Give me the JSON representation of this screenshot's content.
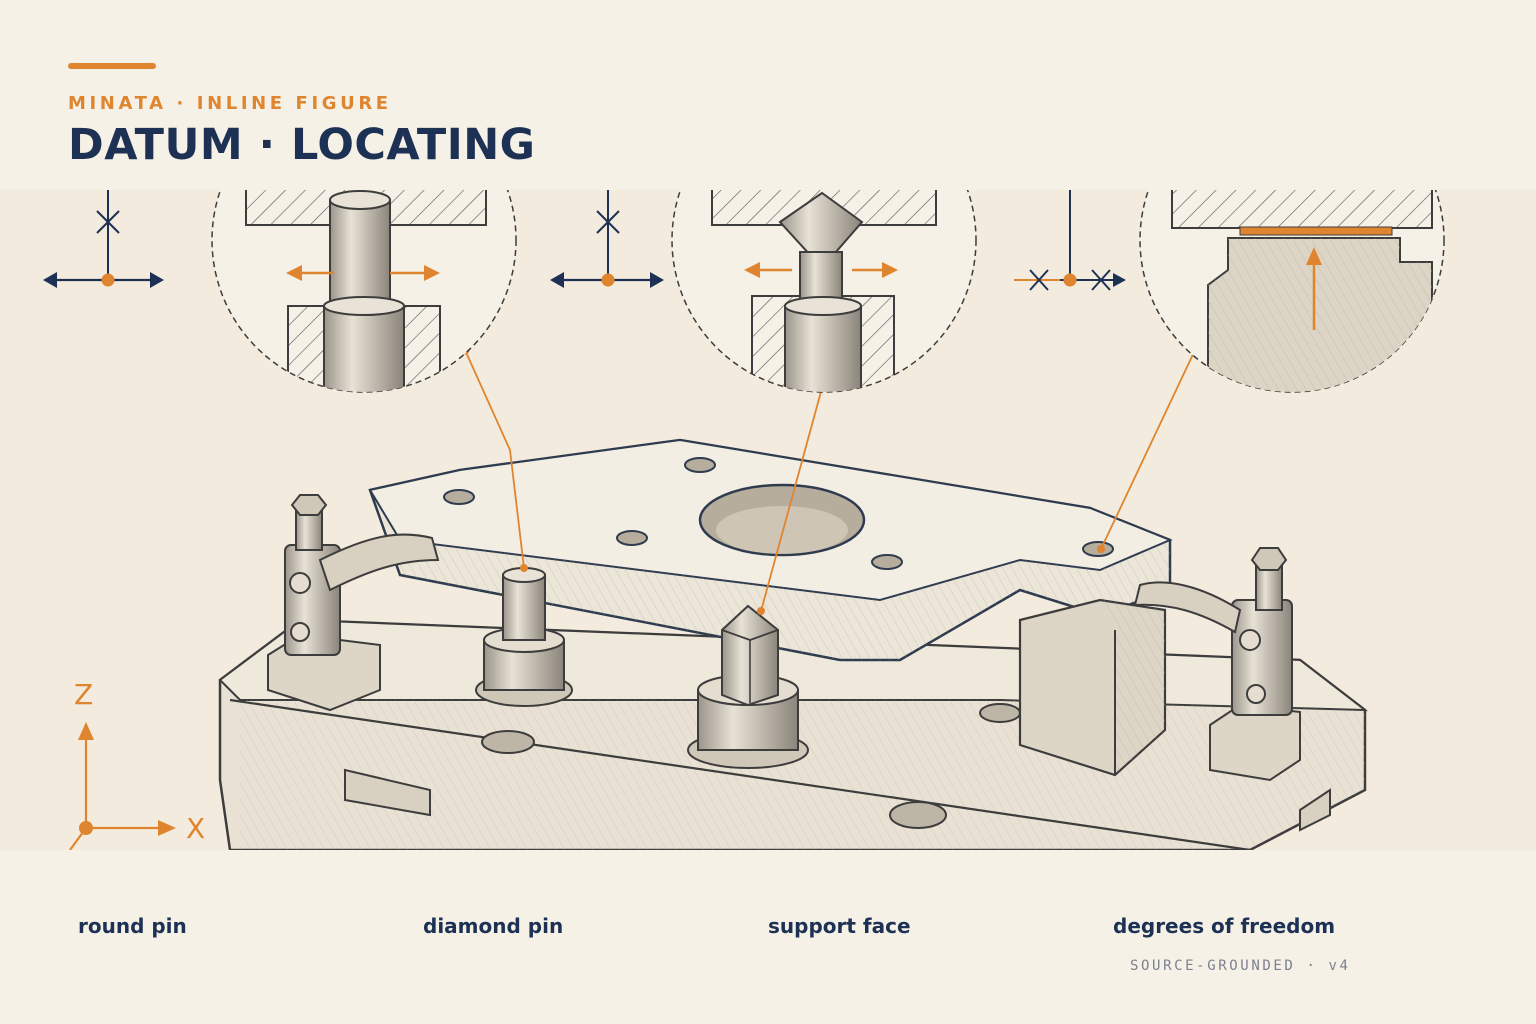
{
  "header": {
    "kicker": "MINATA · INLINE FIGURE",
    "title": "DATUM · LOCATING"
  },
  "figure": {
    "axes": {
      "z_label": "Z",
      "x_label": "X"
    }
  },
  "captions": [
    "round pin",
    "diamond pin",
    "support face",
    "degrees of freedom"
  ],
  "footer": {
    "tag": "SOURCE-GROUNDED · v4"
  },
  "colors": {
    "background": "#f6f1e6",
    "accent": "#e0852f",
    "navy": "#1d3155",
    "pencil": "#4a4a4a"
  },
  "icons": [
    "dof-round-pin-icon",
    "dof-diamond-pin-icon",
    "dof-support-face-icon",
    "xz-axes-icon"
  ]
}
